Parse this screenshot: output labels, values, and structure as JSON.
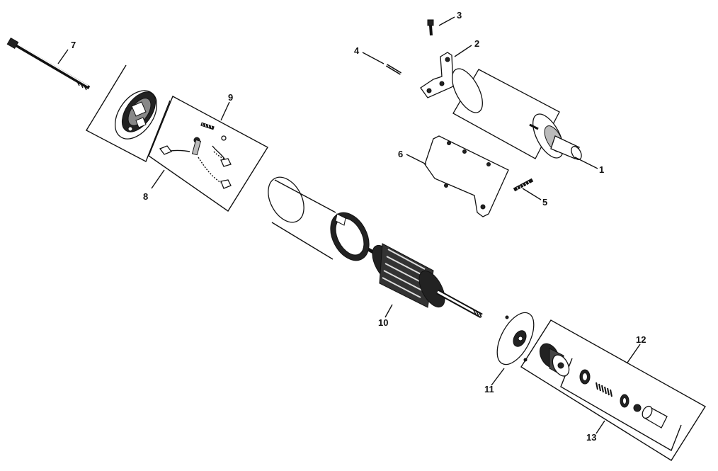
{
  "callouts": [
    {
      "id": "c1",
      "label": "1"
    },
    {
      "id": "c2",
      "label": "2"
    },
    {
      "id": "c3",
      "label": "3"
    },
    {
      "id": "c4",
      "label": "4"
    },
    {
      "id": "c5",
      "label": "5"
    },
    {
      "id": "c6",
      "label": "6"
    },
    {
      "id": "c7",
      "label": "7"
    },
    {
      "id": "c8",
      "label": "8"
    },
    {
      "id": "c9",
      "label": "9"
    },
    {
      "id": "c10",
      "label": "10"
    },
    {
      "id": "c11",
      "label": "11"
    },
    {
      "id": "c12",
      "label": "12"
    },
    {
      "id": "c13",
      "label": "13"
    }
  ],
  "parts": [
    {
      "id": "starter-motor-assembly",
      "callout": "1"
    },
    {
      "id": "mounting-bracket-small",
      "callout": "2"
    },
    {
      "id": "screw",
      "callout": "3"
    },
    {
      "id": "stud-pin",
      "callout": "4"
    },
    {
      "id": "spring",
      "callout": "5"
    },
    {
      "id": "mounting-bracket-large",
      "callout": "6"
    },
    {
      "id": "through-bolt",
      "callout": "7"
    },
    {
      "id": "commutator-end-cap-kit",
      "callout": "8"
    },
    {
      "id": "brush-kit",
      "callout": "9"
    },
    {
      "id": "armature",
      "callout": "10"
    },
    {
      "id": "drive-end-cap",
      "callout": "11"
    },
    {
      "id": "drive-kit",
      "callout": "12"
    },
    {
      "id": "drive-parts-kit",
      "callout": "13"
    }
  ]
}
